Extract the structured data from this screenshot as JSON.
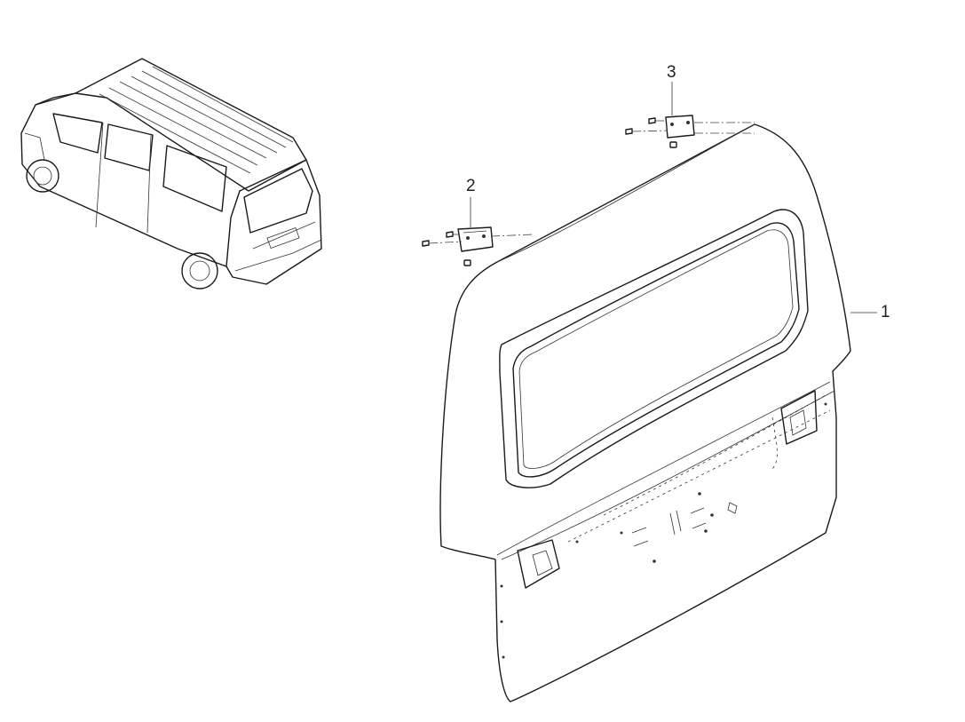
{
  "diagram": {
    "type": "exploded-parts-view",
    "callouts": [
      {
        "id": "callout-1",
        "label": "1"
      },
      {
        "id": "callout-2",
        "label": "2"
      },
      {
        "id": "callout-3",
        "label": "3"
      }
    ],
    "reference_view": "van-rear-three-quarter-icon"
  }
}
